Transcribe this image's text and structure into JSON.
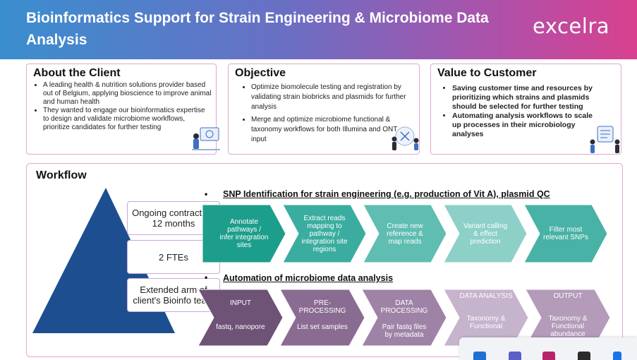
{
  "header": {
    "title": "Bioinformatics Support for Strain Engineering & Microbiome Data Analysis",
    "logo": "excelra",
    "gradient": [
      "#3a8ecf",
      "#6a6fc4",
      "#b24fa7",
      "#d9418f"
    ]
  },
  "about": {
    "heading": "About the Client",
    "items": [
      "A leading health & nutrition solutions provider based out  of Belgium, applying bioscience to improve animal and human health",
      "They wanted to engage our bioinformatics expertise to design and validate microbiome workflows, prioritize candidates for further testing"
    ]
  },
  "objective": {
    "heading": "Objective",
    "items": [
      "Optimize biomolecule testing and registration by validating strain biobricks and plasmids for further analysis",
      "Merge and optimize microbiome functional & taxonomy workflows for both Illumina and ONT input"
    ]
  },
  "value": {
    "heading": "Value to Customer",
    "items": [
      "Saving customer time and resources by prioritizing which strains and plasmids should be selected for further testing",
      "Automating analysis workflows to scale up processes in their microbiology analyses"
    ]
  },
  "workflow": {
    "heading": "Workflow",
    "pyramid": [
      "Ongoing contract for 12 months",
      "2 FTEs",
      "Extended arm of client's Bioinfo team"
    ],
    "snp": {
      "title": "SNP Identification for strain engineering (e.g. production of Vit A), plasmid QC",
      "steps": [
        "Annotate pathways / infer integration sites",
        "Extract reads mapping to pathway / integration site regions",
        "Create new reference & map reads",
        "Variant calling & effect prediction",
        "Filter most relevant SNPs"
      ],
      "colors": [
        "#1d9e8c",
        "#3aada0",
        "#5fbdb2",
        "#8dd0c8",
        "#48b2a6"
      ]
    },
    "micro": {
      "title": "Automation of microbiome data analysis",
      "steps": [
        {
          "head": "INPUT",
          "body": "fastq, nanopore"
        },
        {
          "head": "PRE-PROCESSING",
          "body": "List set samples"
        },
        {
          "head": "DATA PROCESSING",
          "body": "Pair fastq files by metadata"
        },
        {
          "head": "DATA ANALYSIS",
          "body": "Taxonomy & Functional"
        },
        {
          "head": "OUTPUT",
          "body": "Taxonomy & Functional abundance"
        }
      ],
      "colors": [
        "#6e5376",
        "#8a6c92",
        "#9f83a7",
        "#c6b3cc",
        "#b39bb9"
      ]
    }
  },
  "taskbar": {
    "icons": [
      "cloud-icon",
      "teams-icon",
      "app-icon",
      "terminal-icon",
      "bluetooth-icon"
    ]
  }
}
